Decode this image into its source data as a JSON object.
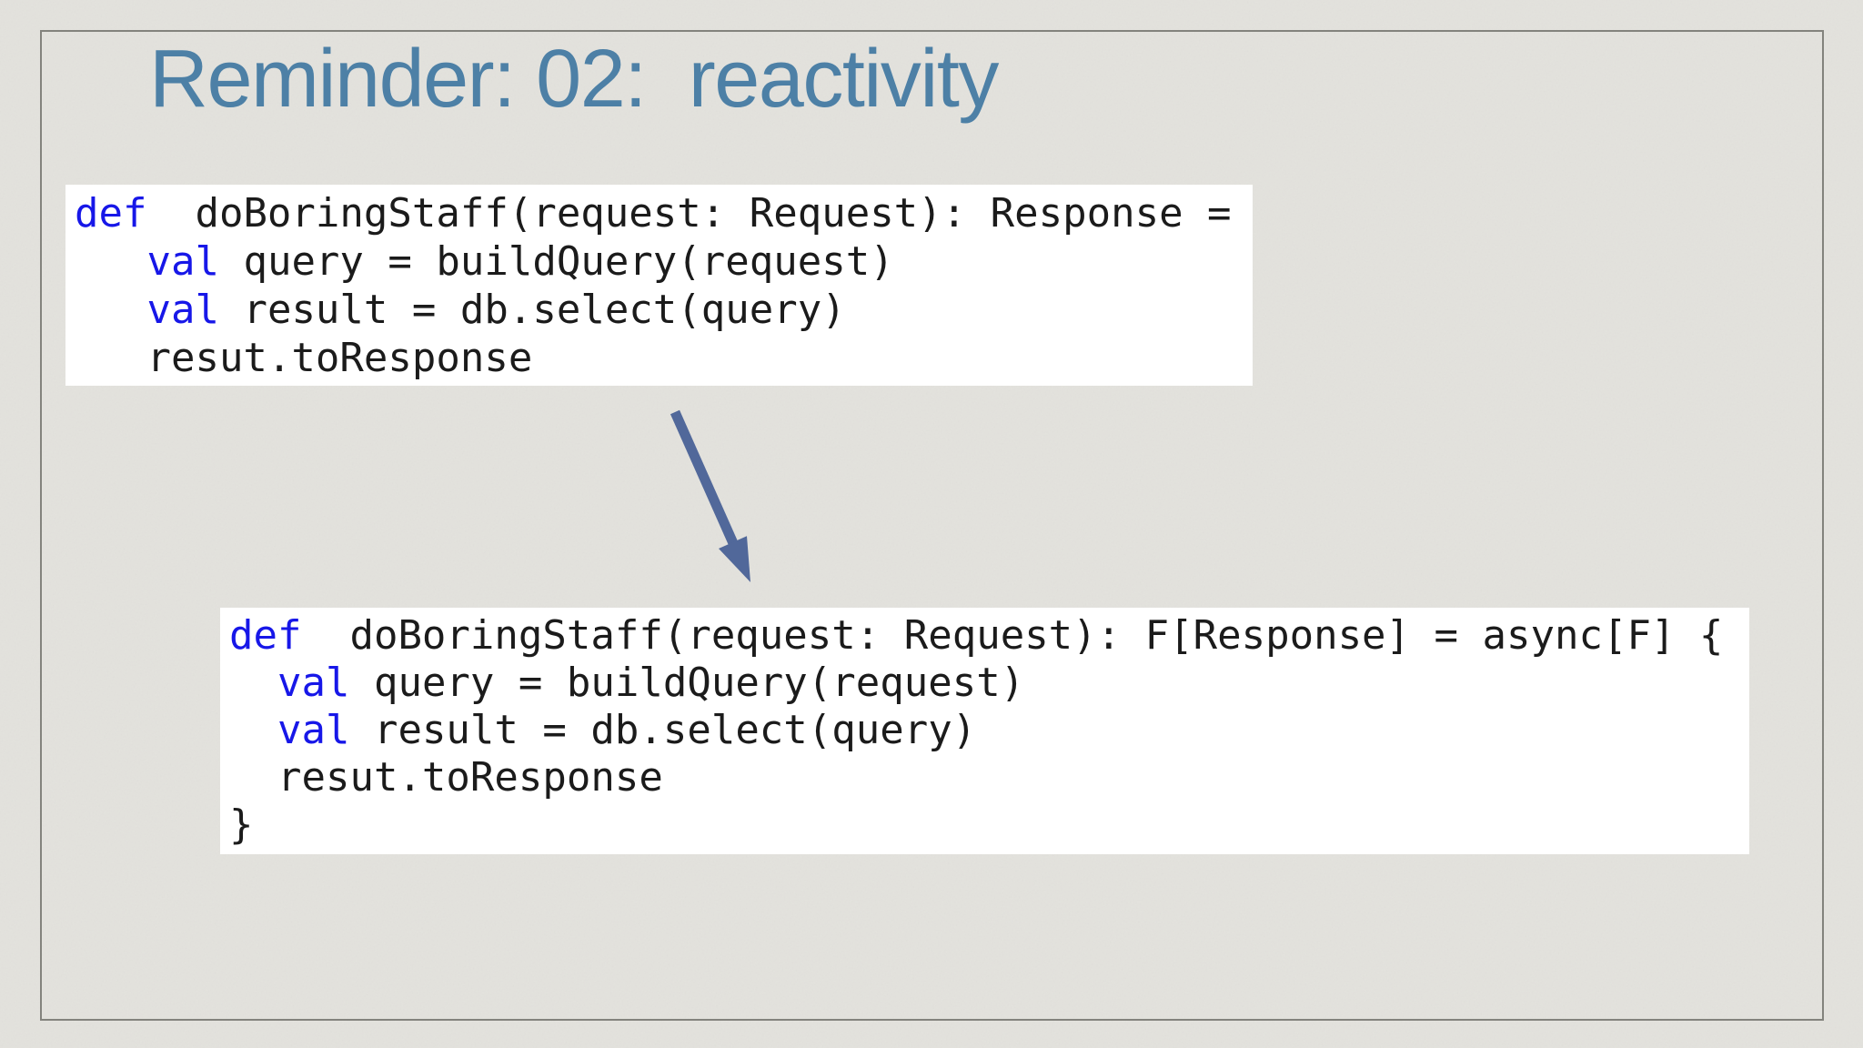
{
  "slide": {
    "title": "Reminder: 02:  reactivity",
    "colors": {
      "background": "#e3e2dd",
      "border": "#83837d",
      "title": "#4d80a6",
      "keyword": "#1717e8",
      "code_text": "#1b1b1b",
      "code_background": "#ffffff",
      "arrow": "#51689a"
    },
    "code_before": {
      "lines": [
        [
          {
            "t": "def",
            "k": true
          },
          {
            "t": "  doBoringStaff(request: Request): Response ="
          }
        ],
        [
          {
            "t": "   "
          },
          {
            "t": "val",
            "k": true
          },
          {
            "t": " query = buildQuery(request)"
          }
        ],
        [
          {
            "t": "   "
          },
          {
            "t": "val",
            "k": true
          },
          {
            "t": " result = db.select(query)"
          }
        ],
        [
          {
            "t": "   resut.toResponse"
          }
        ]
      ]
    },
    "code_after": {
      "lines": [
        [
          {
            "t": "def",
            "k": true
          },
          {
            "t": "  doBoringStaff(request: Request): F[Response] = async[F] {"
          }
        ],
        [
          {
            "t": "  "
          },
          {
            "t": "val",
            "k": true
          },
          {
            "t": " query = buildQuery(request)"
          }
        ],
        [
          {
            "t": "  "
          },
          {
            "t": "val",
            "k": true
          },
          {
            "t": " result = db.select(query)"
          }
        ],
        [
          {
            "t": "  resut.toResponse"
          }
        ],
        [
          {
            "t": "}"
          }
        ]
      ]
    }
  }
}
